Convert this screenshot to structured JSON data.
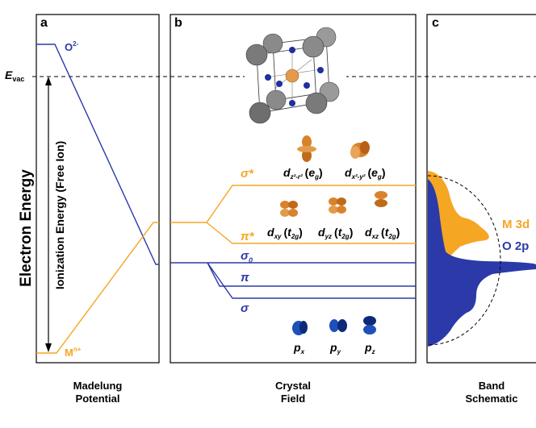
{
  "panels": {
    "a": {
      "letter": "a",
      "e_vac_main": "E",
      "e_vac_sub": "vac",
      "oxygen_label": "O",
      "oxygen_sup": "2-",
      "metal_label": "M",
      "metal_sup": "n+",
      "ionization_label": "Ionization Energy (Free Ion)",
      "caption_line1": "Madelung",
      "caption_line2": "Potential"
    },
    "b": {
      "letter": "b",
      "levels": {
        "sigma_star": "σ*",
        "pi_star": "π*",
        "sigma_0_main": "σ",
        "sigma_0_sub": "0",
        "pi": "π",
        "sigma": "σ"
      },
      "orbitals_eg": [
        {
          "main": "d",
          "sub": "z²-r²",
          "sym": "e",
          "sym_sub": "g"
        },
        {
          "main": "d",
          "sub": "x²-y²",
          "sym": "e",
          "sym_sub": "g"
        }
      ],
      "orbitals_t2g": [
        {
          "main": "d",
          "sub": "xy",
          "sym": "t",
          "sym_sub": "2g"
        },
        {
          "main": "d",
          "sub": "yz",
          "sym": "t",
          "sym_sub": "2g"
        },
        {
          "main": "d",
          "sub": "xz",
          "sym": "t",
          "sym_sub": "2g"
        }
      ],
      "orbitals_p": [
        {
          "main": "p",
          "sub": "x"
        },
        {
          "main": "p",
          "sub": "y"
        },
        {
          "main": "p",
          "sub": "z"
        }
      ],
      "caption_line1": "Crystal",
      "caption_line2": "Field"
    },
    "c": {
      "letter": "c",
      "metal_band": "M 3d",
      "oxygen_band": "O 2p",
      "caption_line1": "Band",
      "caption_line2": "Schematic"
    }
  },
  "y_axis_label": "Electron Energy",
  "colors": {
    "oxygen": "#2b3aa8",
    "metal": "#f5a623",
    "frame": "#000000",
    "orbital_orange": "#d9822b",
    "orbital_blue": "#1f4fb8",
    "atom_gray": "#8a8a8a"
  }
}
